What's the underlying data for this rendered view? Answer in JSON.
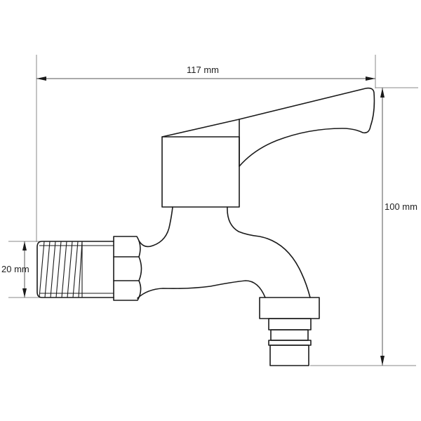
{
  "drawing": {
    "subject": "Wall-mounted lever tap with threaded inlet and hose outlet",
    "line_color": "#1a1a1a",
    "dimension_line_color": "#555555",
    "extension_line_color": "#8a8a8a",
    "background": "#ffffff"
  },
  "dimensions": {
    "width": {
      "label": "117 mm",
      "value": 117,
      "unit": "mm"
    },
    "height": {
      "label": "100 mm",
      "value": 100,
      "unit": "mm"
    },
    "thread_diameter": {
      "label": "20 mm",
      "value": 20,
      "unit": "mm"
    }
  },
  "parts": [
    {
      "name": "threaded inlet",
      "icon": "thread-icon"
    },
    {
      "name": "hex nut",
      "icon": "hex-nut-icon"
    },
    {
      "name": "valve body",
      "icon": "body-icon"
    },
    {
      "name": "lever handle",
      "icon": "lever-icon"
    },
    {
      "name": "spout",
      "icon": "spout-icon"
    },
    {
      "name": "hose connector",
      "icon": "hose-connector-icon"
    }
  ]
}
